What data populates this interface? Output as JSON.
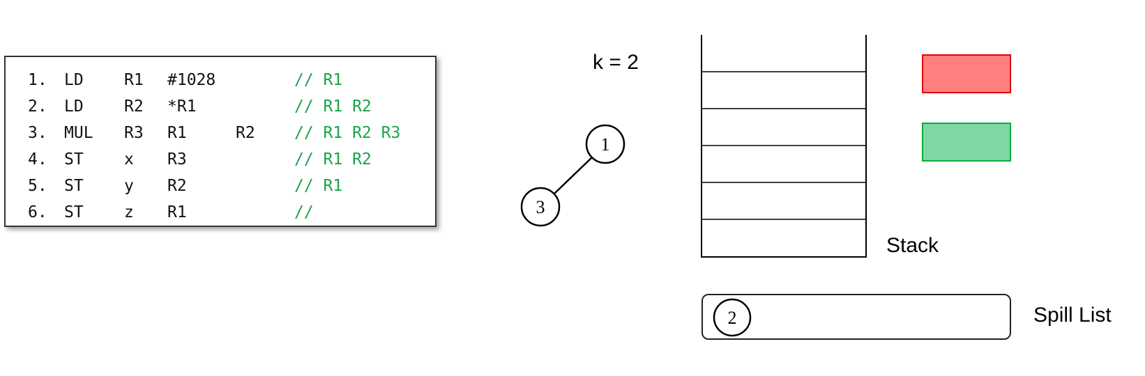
{
  "code": {
    "lines": [
      {
        "num": "1.",
        "op": "LD",
        "a1": "R1",
        "a2": "#1028",
        "a3": "",
        "comment": "// R1"
      },
      {
        "num": "2.",
        "op": "LD",
        "a1": "R2",
        "a2": "*R1",
        "a3": "",
        "comment": "// R1 R2"
      },
      {
        "num": "3.",
        "op": "MUL",
        "a1": "R3",
        "a2": "R1",
        "a3": "R2",
        "comment": "// R1 R2 R3"
      },
      {
        "num": "4.",
        "op": "ST",
        "a1": "x",
        "a2": "R3",
        "a3": "",
        "comment": "// R1 R2"
      },
      {
        "num": "5.",
        "op": "ST",
        "a1": "y",
        "a2": "R2",
        "a3": "",
        "comment": "// R1"
      },
      {
        "num": "6.",
        "op": "ST",
        "a1": "z",
        "a2": "R1",
        "a3": "",
        "comment": "//"
      }
    ],
    "comment_color": "#1aa34a"
  },
  "k_label": "k = 2",
  "graph": {
    "nodes": [
      {
        "id": "node-1",
        "label": "1"
      },
      {
        "id": "node-3",
        "label": "3"
      }
    ],
    "edges": [
      [
        "node-1",
        "node-3"
      ]
    ]
  },
  "stack": {
    "label": "Stack",
    "slots": 6
  },
  "spill_list": {
    "label": "Spill List",
    "items": [
      "2"
    ]
  },
  "legend_colors": {
    "red": "#ff7f7f",
    "green": "#7fd8a4"
  }
}
